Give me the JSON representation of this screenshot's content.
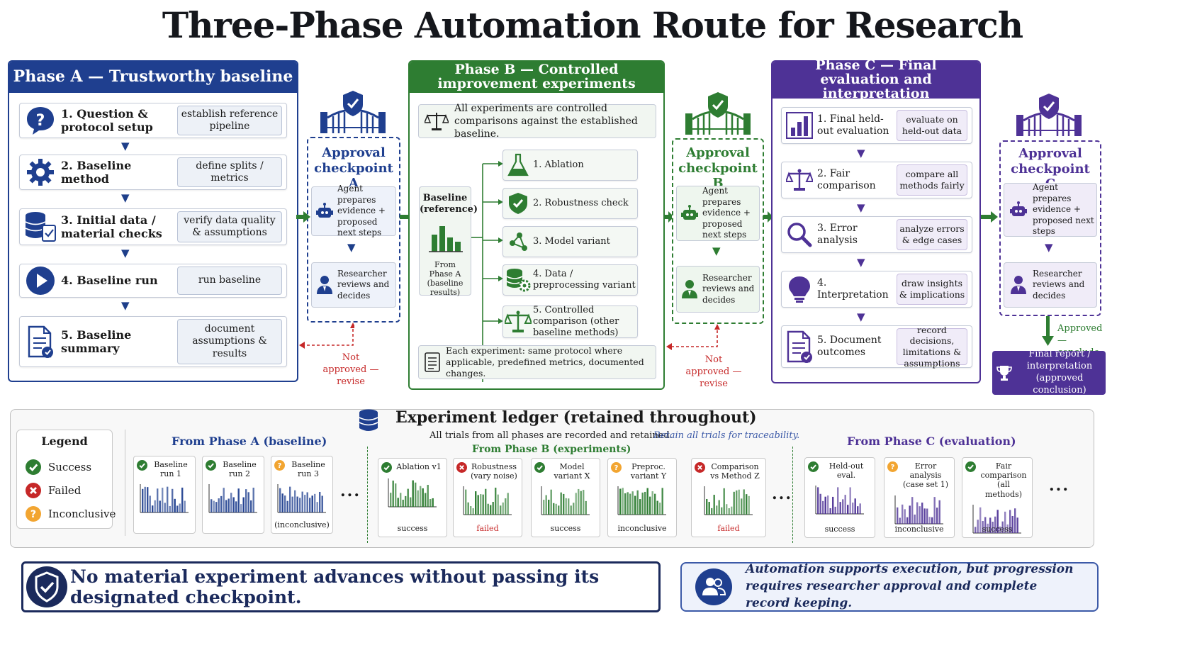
{
  "title": "Three-Phase Automation Route for Research",
  "colors": {
    "phase_a": "#1f3f8f",
    "phase_b": "#2e7d32",
    "phase_c": "#4e3296",
    "failed": "#c62828",
    "success": "#2e7d32",
    "inconclusive": "#f2a531"
  },
  "phase_a": {
    "header": "Phase A — Trustworthy baseline",
    "steps": [
      {
        "label": "1. Question & protocol setup",
        "tag": "establish reference pipeline",
        "icon": "question-icon"
      },
      {
        "label": "2. Baseline method",
        "tag": "define splits / metrics",
        "icon": "gear-icon"
      },
      {
        "label": "3. Initial data / material checks",
        "tag": "verify data quality & assumptions",
        "icon": "database-check-icon"
      },
      {
        "label": "4. Baseline run",
        "tag": "run baseline",
        "icon": "play-icon"
      },
      {
        "label": "5. Baseline summary",
        "tag": "document assumptions & results",
        "icon": "document-icon"
      }
    ]
  },
  "checkpoint_a": {
    "title": "Approval checkpoint A",
    "agent": "Agent prepares evidence + proposed next steps",
    "researcher": "Researcher reviews and decides",
    "not_approved": "Not approved — revise"
  },
  "phase_b": {
    "header": "Phase B — Controlled improvement experiments",
    "intro": "All experiments are controlled comparisons against the established baseline.",
    "baseline_title": "Baseline (reference)",
    "baseline_sub": "From Phase A (baseline results)",
    "experiments": [
      {
        "label": "1. Ablation",
        "icon": "flask-icon"
      },
      {
        "label": "2. Robustness check",
        "icon": "shield-check-icon"
      },
      {
        "label": "3. Model variant",
        "icon": "network-icon"
      },
      {
        "label": "4. Data / preprocessing variant",
        "icon": "database-gear-icon"
      },
      {
        "label": "5. Controlled comparison (other baseline methods)",
        "icon": "scale-icon"
      }
    ],
    "footer": "Each experiment: same protocol where applicable, predefined metrics, documented changes."
  },
  "checkpoint_b": {
    "title": "Approval checkpoint B",
    "agent": "Agent prepares evidence + proposed next steps",
    "researcher": "Researcher reviews and decides",
    "not_approved": "Not approved — revise"
  },
  "phase_c": {
    "header": "Phase C — Final evaluation and interpretation",
    "steps": [
      {
        "label": "1. Final held-out evaluation",
        "tag": "evaluate on held-out data",
        "icon": "bar-chart-icon"
      },
      {
        "label": "2. Fair comparison",
        "tag": "compare all methods fairly",
        "icon": "scale-icon"
      },
      {
        "label": "3. Error analysis",
        "tag": "analyze errors & edge cases",
        "icon": "magnifier-icon"
      },
      {
        "label": "4. Interpretation",
        "tag": "draw insights & implications",
        "icon": "lightbulb-icon"
      },
      {
        "label": "5. Document outcomes",
        "tag": "record decisions, limitations & assumptions",
        "icon": "document-icon"
      }
    ]
  },
  "checkpoint_c": {
    "title": "Approval checkpoint C",
    "agent": "Agent prepares evidence + proposed next steps",
    "researcher": "Researcher reviews and decides",
    "approved": "Approved — conclude",
    "final": "Final report / interpretation (approved conclusion)"
  },
  "ledger": {
    "title": "Experiment ledger (retained throughout)",
    "subtitle": "All trials from all phases are recorded and retained.",
    "subtitle_italic": "Retain all trials for traceability.",
    "legend_title": "Legend",
    "legend": [
      {
        "label": "Success",
        "status": "success"
      },
      {
        "label": "Failed",
        "status": "failed"
      },
      {
        "label": "Inconclusive",
        "status": "inconclusive"
      }
    ],
    "group_a": {
      "title": "From Phase A (baseline)",
      "cards": [
        {
          "label": "Baseline run 1",
          "status": "success",
          "caption": ""
        },
        {
          "label": "Baseline run 2",
          "status": "success",
          "caption": ""
        },
        {
          "label": "Baseline run 3",
          "status": "inconclusive",
          "caption": "(inconclusive)"
        }
      ]
    },
    "group_b": {
      "title": "From Phase B (experiments)",
      "cards": [
        {
          "label": "Ablation v1",
          "status": "success",
          "caption": "success"
        },
        {
          "label": "Robustness (vary noise)",
          "status": "failed",
          "caption": "failed"
        },
        {
          "label": "Model variant X",
          "status": "success",
          "caption": "success"
        },
        {
          "label": "Preproc. variant Y",
          "status": "inconclusive",
          "caption": "inconclusive"
        },
        {
          "label": "Comparison vs Method Z",
          "status": "failed",
          "caption": "failed"
        }
      ]
    },
    "group_c": {
      "title": "From Phase C (evaluation)",
      "cards": [
        {
          "label": "Held-out eval.",
          "status": "success",
          "caption": "success"
        },
        {
          "label": "Error analysis (case set 1)",
          "status": "inconclusive",
          "caption": "inconclusive"
        },
        {
          "label": "Fair comparison (all methods)",
          "status": "success",
          "caption": "success"
        }
      ]
    },
    "ellipsis": "..."
  },
  "banner_left": "No material experiment advances without passing its designated checkpoint.",
  "banner_right": "Automation supports execution, but progression requires researcher approval and complete record keeping."
}
